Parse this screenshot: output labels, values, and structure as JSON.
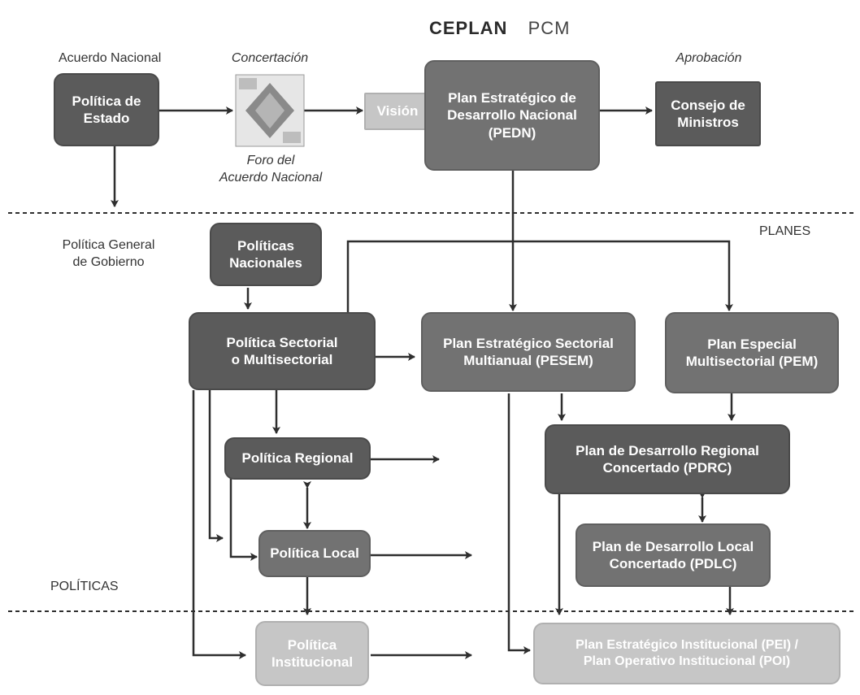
{
  "logo": {
    "cepl": "CEPLAN",
    "pcm": "PCM"
  },
  "top": {
    "acuerdo_label": "Acuerdo Nacional",
    "concertacion_label": "Concertación",
    "aprobacion_label": "Aprobación",
    "foro_label": "Foro del\nAcuerdo Nacional",
    "politica_estado": "Política de\nEstado",
    "vision": "Visión",
    "pedn": "Plan Estratégico de\nDesarrollo Nacional\n(PEDN)",
    "consejo": "Consejo de\nMinistros"
  },
  "section_labels": {
    "planes": "PLANES",
    "politicas": "POLÍTICAS",
    "politica_general": "Política General\nde Gobierno"
  },
  "boxes": {
    "politicas_nacionales": "Políticas\nNacionales",
    "politica_sectorial": "Política Sectorial\no Multisectorial",
    "pesem": "Plan Estratégico Sectorial\nMultianual (PESEM)",
    "pem": "Plan Especial\nMultisectorial (PEM)",
    "politica_regional": "Política Regional",
    "pdrc": "Plan de Desarrollo Regional\nConcertado (PDRC)",
    "politica_local": "Política Local",
    "pdlc": "Plan de Desarrollo Local\nConcertado (PDLC)",
    "politica_institucional": "Política\nInstitucional",
    "pei_poi": "Plan Estratégico Institucional (PEI) /\nPlan Operativo Institucional (POI)"
  },
  "colors": {
    "box_dark": "#5b5b5b",
    "box_mid": "#727272",
    "box_light": "#c6c6c6",
    "arrow": "#2e2e2e"
  }
}
